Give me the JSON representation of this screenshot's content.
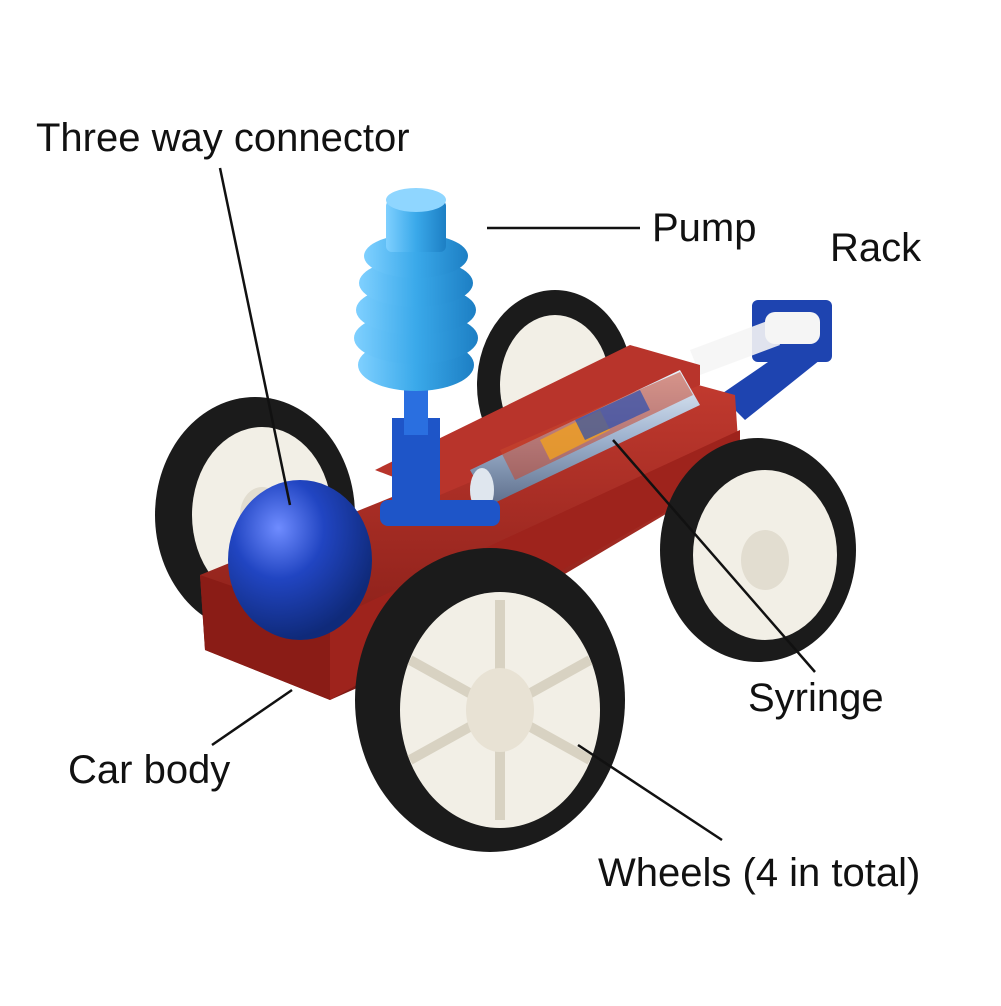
{
  "labels": {
    "three_way_connector": "Three way connector",
    "pump": "Pump",
    "rack": "Rack",
    "syringe": "Syringe",
    "car_body": "Car body",
    "wheels": "Wheels (4 in total)"
  },
  "colors": {
    "background": "#ffffff",
    "car_body": "#a8261f",
    "pump": "#36a8e6",
    "connector": "#1e44b0",
    "wheel_tire": "#1b1b1b",
    "wheel_rim": "#f2efe6",
    "rack": "#1e44b0",
    "leader_line": "#111111"
  }
}
